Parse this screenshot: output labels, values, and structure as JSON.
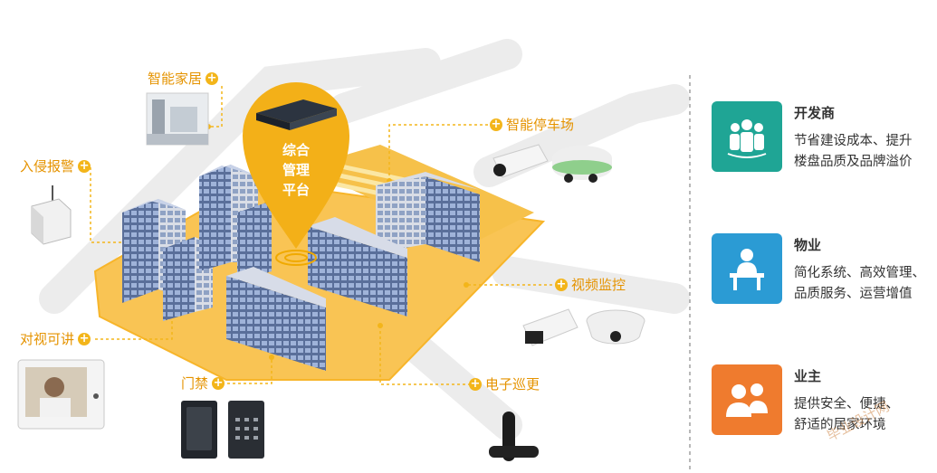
{
  "platform": {
    "line1": "综合",
    "line2": "管理",
    "line3": "平台"
  },
  "labels": {
    "smart_home": "智能家居",
    "intrusion_alarm": "入侵报警",
    "video_intercom": "对视可讲",
    "access_control": "门禁",
    "smart_parking": "智能停车场",
    "video_surveillance": "视频监控",
    "e_patrol": "电子巡更"
  },
  "benefits": [
    {
      "title": "开发商",
      "desc": "节省建设成本、提升\n楼盘品质及品牌溢价",
      "icon": "group-people-icon",
      "color": "#1fa595"
    },
    {
      "title": "物业",
      "desc": "简化系统、高效管理、\n品质服务、运营增值",
      "icon": "reception-desk-icon",
      "color": "#2b9bd4"
    },
    {
      "title": "业主",
      "desc": "提供安全、便捷、\n舒适的居家环境",
      "icon": "two-people-icon",
      "color": "#ef7b2e"
    }
  ],
  "colors": {
    "accent": "#f3b51a",
    "label": "#e59300",
    "platform": "#f0a900"
  },
  "watermark": "毕业设计网"
}
